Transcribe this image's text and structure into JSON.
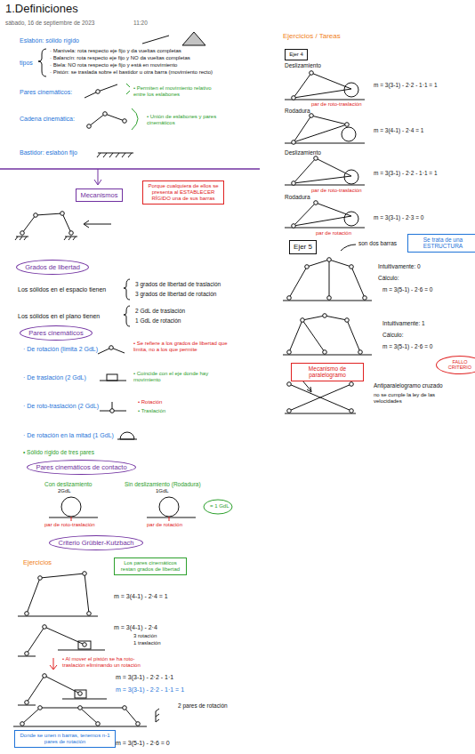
{
  "diagram": {
    "title": "1.Definiciones",
    "nodes": [
      {
        "text": [
          "Mecanismos"
        ]
      },
      {
        "text": [
          "Porque cualquiera de ellos se presenta al ESTABLECER RÍGIDO una de sus barras"
        ]
      },
      {
        "text": [
          "Grados de libertad"
        ]
      },
      {
        "text": [
          "Pares cinemáticos"
        ]
      },
      {
        "text": [
          "Pares cinemáticos de contacto"
        ]
      },
      {
        "text": [
          "Criterio Grübler-Kutzbach"
        ]
      },
      {
        "text": [
          "Los pares cinemáticos restan grados de libertad"
        ]
      },
      {
        "text": [
          "Donde se unen n barras, tenemos n-1 pares de rotación"
        ]
      },
      {
        "text": [
          "Ejer 4"
        ]
      },
      {
        "text": [
          "Ejer 5"
        ]
      },
      {
        "text": [
          "Se trata de una ESTRUCTURA"
        ]
      },
      {
        "text": [
          "Mecanismo de paralelogramo"
        ]
      },
      {
        "text": [
          "FALLO CRITERIO"
        ]
      }
    ],
    "labels": [
      "sábado, 16 de septiembre de 2023",
      "11:20",
      "Eslabón: sólido rígido",
      "tipos",
      "· Manivela: rota respecto eje fijo y da vueltas completas",
      "· Balancín: rota respecto eje fijo y NO da vueltas completas",
      "· Biela: NO rota respecto eje fijo y está en movimiento",
      "· Pistón: se traslada sobre el bastidor u otra barra (movimiento recto)",
      "Pares cinemáticos:",
      "• Permiten el movimiento relativo entre los eslabones",
      "Cadena cinemática:",
      "• Unión de eslabones y pares cinemáticos",
      "Bastidor: eslabón fijo",
      "Los sólidos en el espacio tienen",
      "3 grados de libertad de traslación",
      "3 grados de libertad de rotación",
      "Los sólidos en el plano tienen",
      "2 GdL de traslación",
      "1 GdL de rotación",
      "· De rotación (limita 2 GdL)",
      "• Se refiere a los grados de libertad que limita, no a los que permite",
      "· De traslación (2 GdL)",
      "• Coincide con el eje donde hay movimiento",
      "· De roto-traslación (2 GdL)",
      "• Rotación",
      "• Traslación",
      "· De rotación en la mitad (1 GdL)",
      "• Sólido rígido de tres pares",
      "Con deslizamiento",
      "2GdL",
      "par de roto-traslación",
      "Sin deslizamiento (Rodadura)",
      "1GdL",
      "par de rotación",
      "= 1 GdL",
      "Ejercicios",
      "m = 3(4-1) - 2·4 = 1",
      "m = 3(4-1) - 2·4",
      "3 rotación",
      "1 traslación",
      "• Al mover el pistón se ha roto-traslación eliminando un rotación",
      "m = 3(3-1) - 2·2 - 1·1",
      "m = 3(3-1) - 2·2 - 1·1 = 1",
      "2 pares de rotación",
      "m = 3(5-1) - 2·6 = 0",
      "Ejercicios / Tareas",
      "Deslizamiento",
      "par de roto-traslación",
      "m = 3(3-1) - 2·2 - 1·1 = 1",
      "Rodadura",
      "m = 3(4-1) - 2·4 = 1",
      "Deslizamiento",
      "par de roto-traslación",
      "m = 3(3-1) - 2·2 - 1·1 = 1",
      "Rodadura",
      "par de rotación",
      "m = 3(3-1) - 2·3 = 0",
      "son dos barras",
      "Intuitivamente: 0",
      "Cálculo:",
      "m = 3(5-1) - 2·6 = 0",
      "Intuitivamente: 1",
      "Cálculo:",
      "m = 3(5-1) - 2·6 = 0",
      "Antiparalelogramo cruzado",
      "no se cumple la ley de las velocidades"
    ]
  }
}
